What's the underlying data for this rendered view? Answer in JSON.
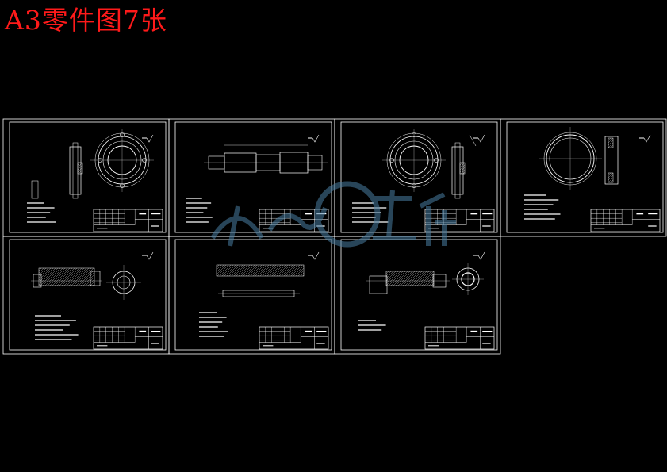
{
  "page": {
    "title": "A3零件图7张",
    "title_color": "#ff1a1a",
    "background": "#000000",
    "line_color": "#ffffff",
    "watermark_color": "#4a7fa3"
  },
  "sheets": [
    {
      "index": 1,
      "kind": "flange"
    },
    {
      "index": 2,
      "kind": "shaft"
    },
    {
      "index": 3,
      "kind": "flange"
    },
    {
      "index": 4,
      "kind": "ring"
    },
    {
      "index": 5,
      "kind": "hub"
    },
    {
      "index": 6,
      "kind": "bar"
    },
    {
      "index": 7,
      "kind": "sleeve"
    }
  ],
  "watermark": {
    "icon": "watermark-logo-icon"
  }
}
